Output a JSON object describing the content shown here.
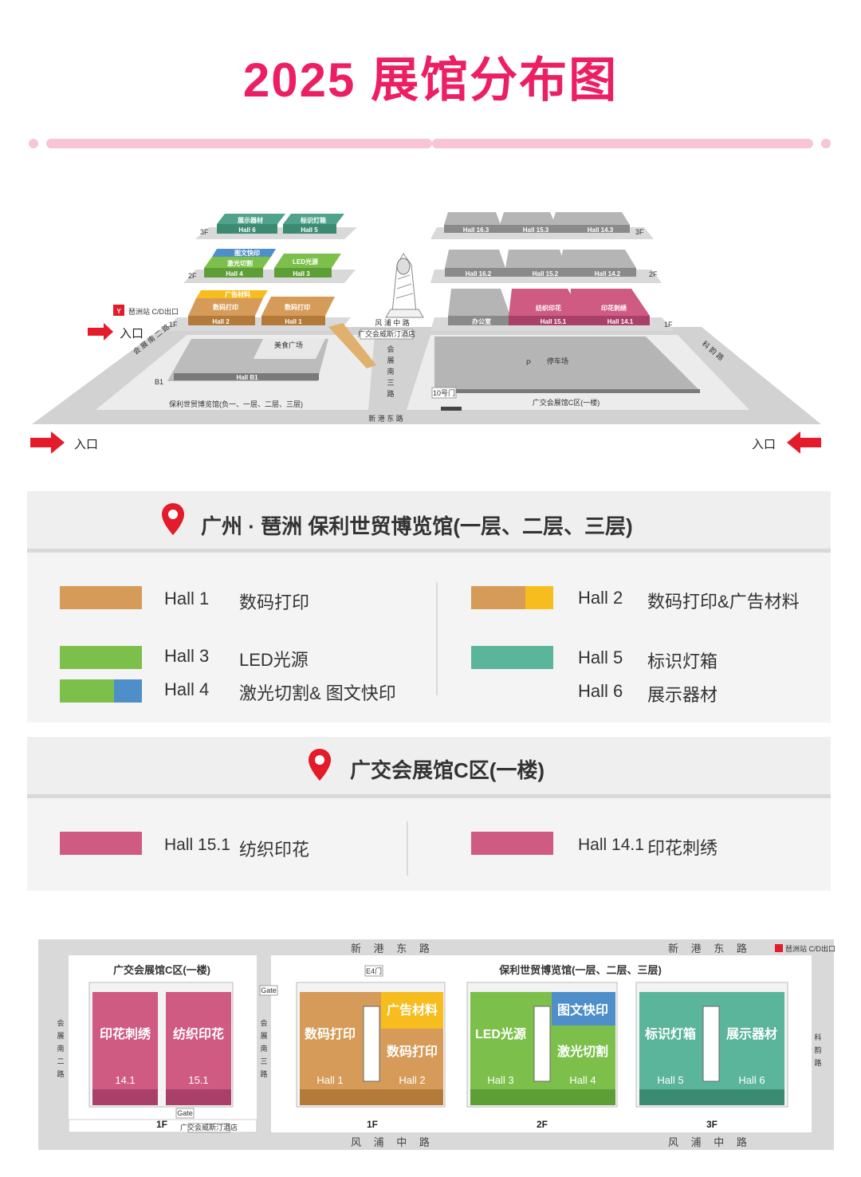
{
  "page_title": "2025 展馆分布图",
  "colors": {
    "accent": "#ec1f63",
    "hall1": "#d69b58",
    "hall2_a": "#d69b58",
    "hall2_b": "#f7bd1e",
    "hall3": "#7cc04b",
    "hall4_a": "#7cc04b",
    "hall4_b": "#4e8fc9",
    "hall5": "#5bb59a",
    "hall15_1": "#cf5a82",
    "hall14_1": "#cf5a82",
    "inactive": "#a8a8a8"
  },
  "iso_map": {
    "floor_labels": [
      "3F",
      "2F",
      "1F",
      "B1",
      "3F",
      "2F",
      "1F"
    ],
    "left_building": {
      "3F": [
        {
          "cn": "展示器材",
          "en": "Hall 6"
        },
        {
          "cn": "标识灯箱",
          "en": "Hall 5"
        }
      ],
      "2F": [
        {
          "cn": "图文快印",
          "cn2": "激光切割",
          "en": "Hall 4"
        },
        {
          "cn": "LED光源",
          "en": "Hall 3"
        }
      ],
      "1F": [
        {
          "cn": "广告材料",
          "cn2": "数码打印",
          "en": "Hall 2"
        },
        {
          "cn": "数码打印",
          "en": "Hall 1"
        }
      ],
      "B1": {
        "food": "美食广场",
        "hall": "Hall B1"
      },
      "caption": "保利世贸博览馆(负一、一层、二层、三层)"
    },
    "right_building": {
      "3F": [
        "Hall 16.3",
        "Hall 15.3",
        "Hall 14.3"
      ],
      "2F": [
        "Hall 16.2",
        "Hall 15.2",
        "Hall 14.2"
      ],
      "1F": [
        {
          "cn": "办公室",
          "en": ""
        },
        {
          "cn": "纺织印花",
          "en": "Hall 15.1"
        },
        {
          "cn": "印花刺绣",
          "en": "Hall 14.1"
        }
      ],
      "parking": "停车场",
      "parking_sign": "P",
      "caption": "广交会展馆C区(一楼)",
      "gate": "10号门"
    },
    "roads": {
      "fengpu": "风 浦 中 路",
      "xingang": "新 港 东 路",
      "huizhan_south3": [
        "会",
        "展",
        "南",
        "三",
        "路"
      ],
      "left_diag": "会 展 南 二 路",
      "right_diag": "科 韵 路",
      "hotel": "广交会威斯汀酒店"
    },
    "metro": {
      "logo": "Y",
      "text": "琶洲站 C/D出口"
    },
    "entrances": {
      "top_left": "入口",
      "bottom_left": "入口",
      "bottom_right": "入口"
    }
  },
  "venue1": {
    "title": "广州 · 琶洲 保利世贸博览馆(一层、二层、三层)",
    "left": [
      {
        "hall": "Hall 1",
        "desc": "数码打印"
      },
      {
        "hall": "Hall 3",
        "desc": "LED光源"
      },
      {
        "hall": "Hall 4",
        "desc": "激光切割& 图文快印"
      }
    ],
    "right": [
      {
        "hall": "Hall 2",
        "desc": "数码打印&广告材料"
      },
      {
        "hall": "Hall 5",
        "desc": "标识灯箱"
      },
      {
        "hall": "Hall 6",
        "desc": "展示器材"
      }
    ]
  },
  "venue2": {
    "title": "广交会展馆C区(一楼)",
    "left": {
      "hall": "Hall 15.1",
      "desc": "纺织印花"
    },
    "right": {
      "hall": "Hall 14.1",
      "desc": "印花刺绣"
    }
  },
  "plan": {
    "road_top_left": "新 港 东 路",
    "road_top_right": "新 港 东 路",
    "road_bottom_left": "风 浦 中 路",
    "road_bottom_right": "风 浦 中 路",
    "road_left": [
      "会",
      "展",
      "南",
      "二",
      "路"
    ],
    "road_mid": [
      "会",
      "展",
      "南",
      "三",
      "路"
    ],
    "road_right": [
      "科",
      "韵",
      "路"
    ],
    "metro": "琶洲站 C/D出口",
    "c_zone_title": "广交会展馆C区(一楼)",
    "poly_title": "保利世贸博览馆(一层、二层、三层)",
    "gate": "Gate",
    "gate2": "Gate",
    "hotel": "广交会威斯汀酒店",
    "e4": "E4门",
    "c_halls": [
      {
        "cn": "印花刺绣",
        "num": "14.1"
      },
      {
        "cn": "纺织印花",
        "num": "15.1"
      }
    ],
    "f1": {
      "a": "数码打印",
      "b": "广告材料",
      "c": "数码打印",
      "h1": "Hall 1",
      "h2": "Hall 2"
    },
    "f2": {
      "a": "LED光源",
      "b": "图文快印",
      "c": "激光切割",
      "h3": "Hall 3",
      "h4": "Hall 4"
    },
    "f3": {
      "a": "标识灯箱",
      "b": "展示器材",
      "h5": "Hall 5",
      "h6": "Hall 6"
    },
    "floors": [
      "1F",
      "1F",
      "2F",
      "3F"
    ]
  }
}
